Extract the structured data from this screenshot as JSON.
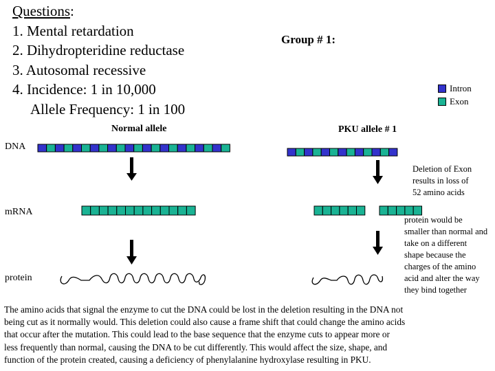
{
  "questions": {
    "heading": "Questions",
    "heading_suffix": ":",
    "items": [
      "1. Mental retardation",
      "2. Dihydropteridine reductase",
      "3. Autosomal recessive",
      "4. Incidence:  1 in 10,000",
      "Allele Frequency: 1 in 100"
    ]
  },
  "group_title": "Group # 1:",
  "legend": {
    "intron": {
      "label": "Intron",
      "color": "#3333cc"
    },
    "exon": {
      "label": "Exon",
      "color": "#1ab394"
    }
  },
  "columns": {
    "normal": "Normal allele",
    "pku": "PKU allele # 1"
  },
  "row_labels": {
    "dna": "DNA",
    "mrna": "mRNA",
    "protein": "protein"
  },
  "notes": {
    "deletion": [
      "Deletion of Exon",
      "results in loss of",
      "52 amino acids"
    ],
    "protein": [
      "protein would be",
      "smaller than normal and",
      "take on a different",
      "shape because the",
      "charges of the amino",
      "acid and alter the way",
      "they bind together"
    ]
  },
  "paragraph": [
    "The amino acids that signal the enzyme to cut the DNA could be lost in the deletion resulting in the DNA not",
    "being cut as it normally would.  This deletion could also cause a frame shift that could change the amino acids",
    "that occur after the mutation.  This could lead to the base sequence that the enzyme cuts to appear more or",
    "less frequently than normal, causing the DNA to be cut differently.  This would affect the size, shape, and",
    "function of the protein created, causing a deficiency of phenylalanine hydroxylase resulting in PKU."
  ]
}
